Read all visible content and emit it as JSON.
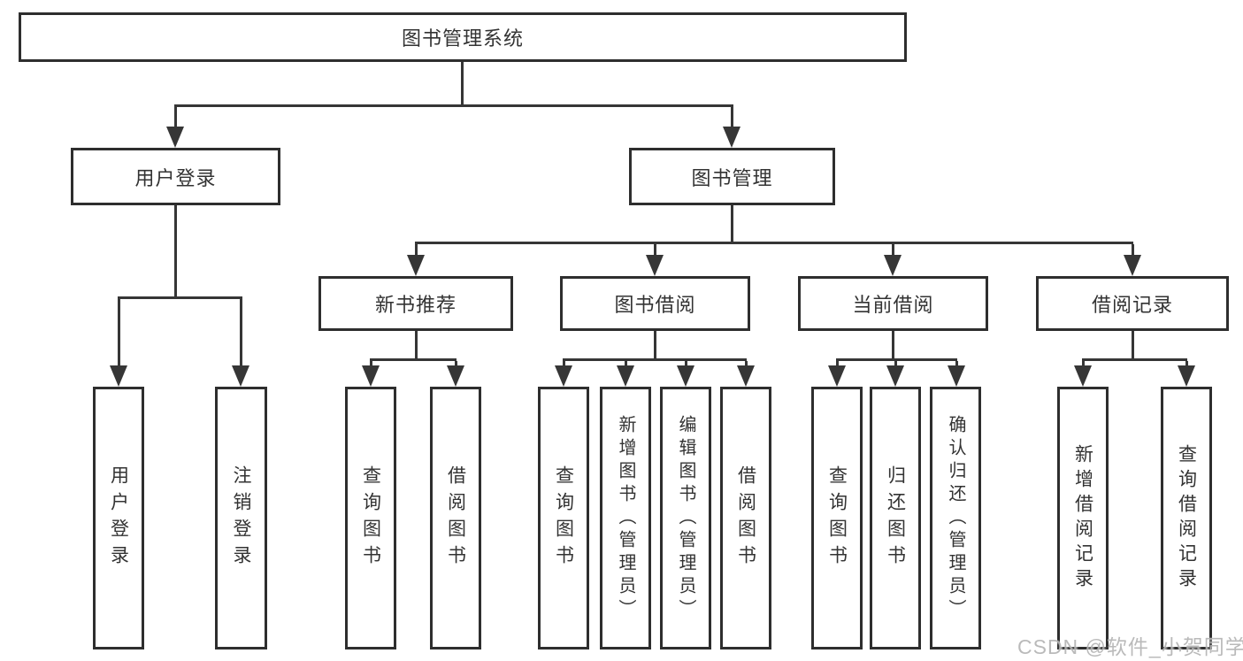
{
  "diagram": {
    "root": {
      "label": "图书管理系统"
    },
    "level2": [
      {
        "label": "用户登录"
      },
      {
        "label": "图书管理"
      }
    ],
    "level3": [
      {
        "label": "新书推荐"
      },
      {
        "label": "图书借阅"
      },
      {
        "label": "当前借阅"
      },
      {
        "label": "借阅记录"
      }
    ],
    "leaves": [
      {
        "label": "用户登录"
      },
      {
        "label": "注销登录"
      },
      {
        "label": "查询图书"
      },
      {
        "label": "借阅图书"
      },
      {
        "label": "查询图书"
      },
      {
        "label": "新增图书（管理员）"
      },
      {
        "label": "编辑图书（管理员）"
      },
      {
        "label": "借阅图书"
      },
      {
        "label": "查询图书"
      },
      {
        "label": "归还图书"
      },
      {
        "label": "确认归还（管理员）"
      },
      {
        "label": "新增借阅记录"
      },
      {
        "label": "查询借阅记录"
      }
    ]
  },
  "watermark": "CSDN @软件_小贺同学",
  "colors": {
    "box_border": "#2e2e2e",
    "connector": "#363636",
    "text": "#333333",
    "watermark": "#b5b5b5",
    "background": "#ffffff"
  }
}
